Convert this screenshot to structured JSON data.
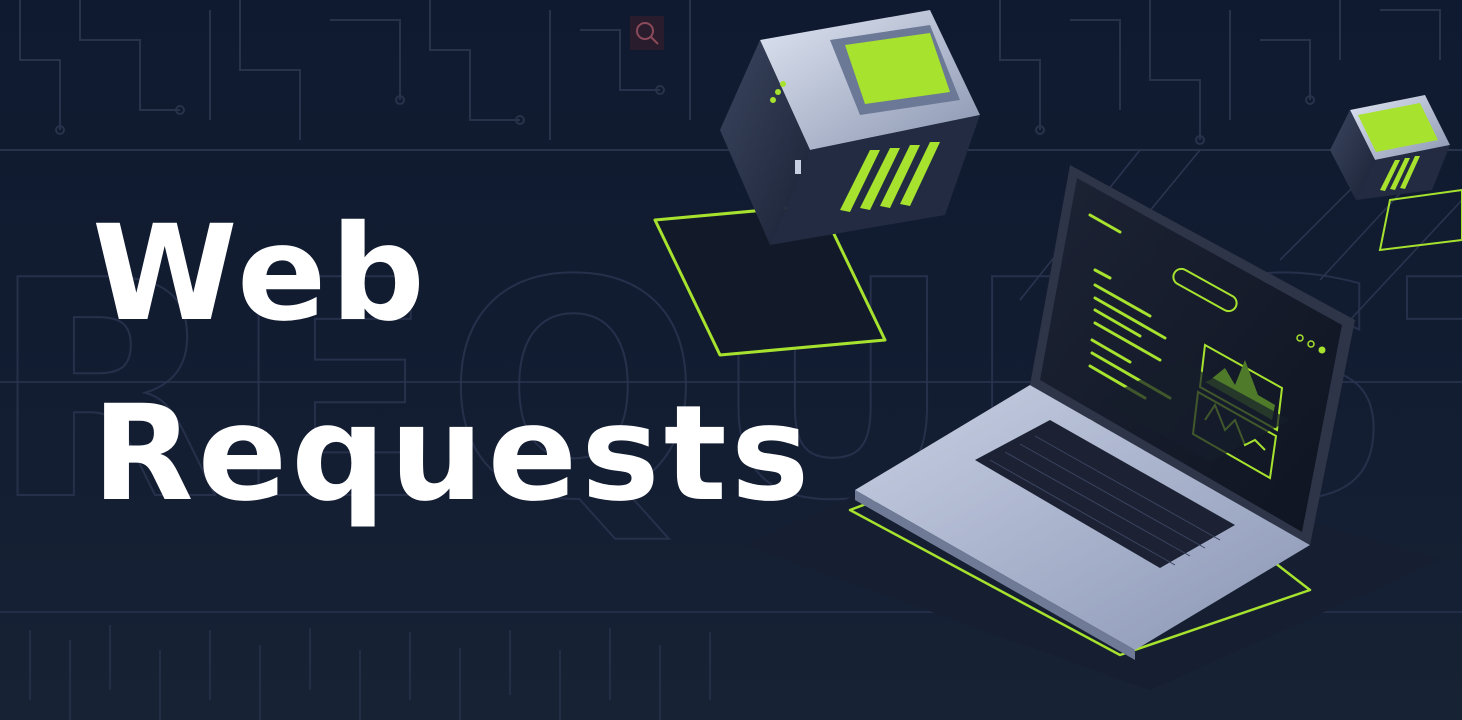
{
  "banner": {
    "title_line_1": "Web",
    "title_line_2": "Requests",
    "watermark_text": "REQUEST"
  },
  "colors": {
    "background": "#111a2b",
    "accent_green": "#a6e22e",
    "title": "#ffffff",
    "laptop_body": "#9aa6c4",
    "circuit_lines": "#2a3550"
  },
  "icons": [
    "search-icon",
    "server-cube-icon",
    "laptop-icon",
    "code-lines-icon",
    "chart-wave-icon"
  ]
}
